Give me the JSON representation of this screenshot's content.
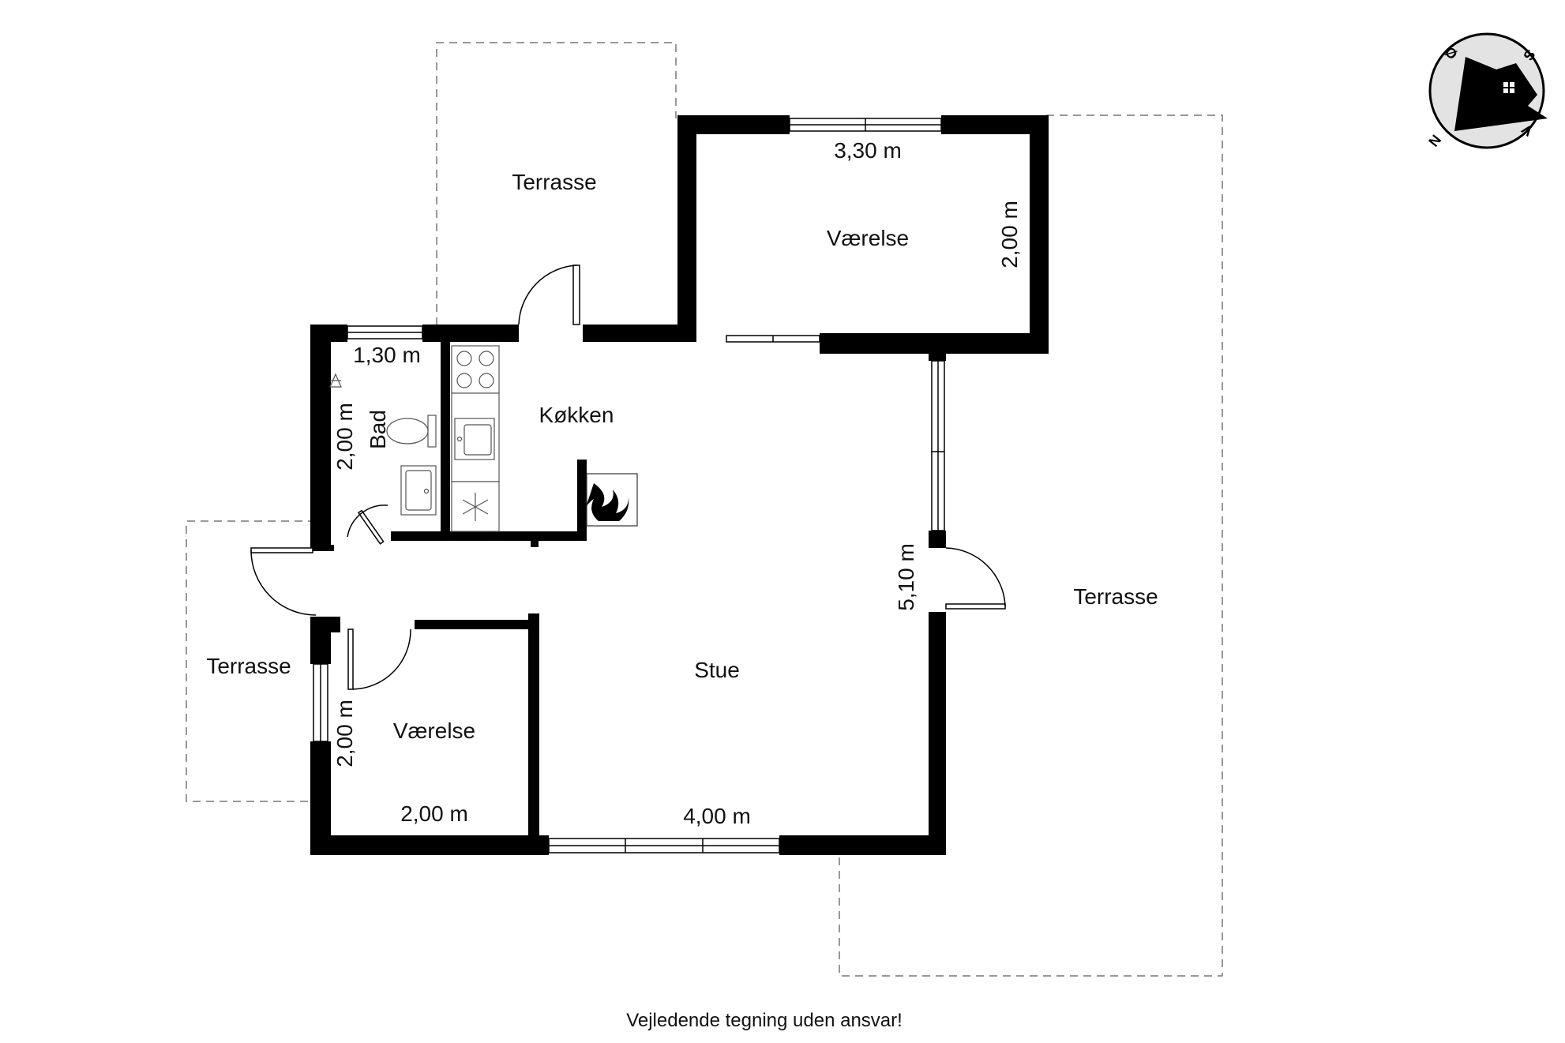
{
  "rooms": {
    "terrasse_top": "Terrasse",
    "vaerelse_top": "Værelse",
    "kokken": "Køkken",
    "bad": "Bad",
    "terrasse_left": "Terrasse",
    "vaerelse_bottom": "Værelse",
    "stue": "Stue",
    "terrasse_right": "Terrasse"
  },
  "dimensions": {
    "vaerelse_top_width": "3,30 m",
    "vaerelse_top_height": "2,00 m",
    "bad_width": "1,30 m",
    "bad_height": "2,00 m",
    "stue_height": "5,10 m",
    "vaerelse_bottom_height": "2,00 m",
    "vaerelse_bottom_width": "2,00 m",
    "stue_width": "4,00 m"
  },
  "compass": {
    "n": "N",
    "s": "S",
    "o": "Ø",
    "v": "V"
  },
  "footer": "Vejledende tegning uden ansvar!"
}
